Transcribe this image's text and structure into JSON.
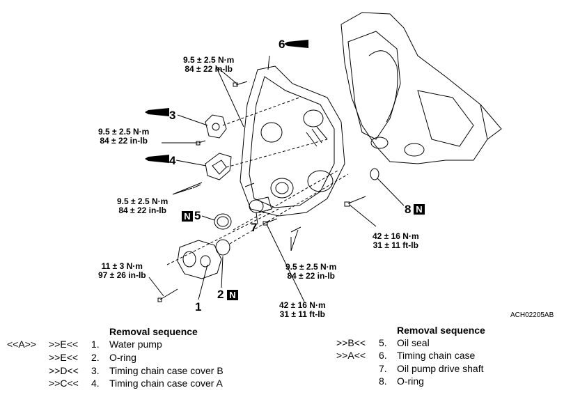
{
  "diagram": {
    "figure_code": "ACH02205AB",
    "torques": [
      {
        "nm": "9.5 ± 2.5 N·m",
        "alt": "84 ± 22 in-lb"
      },
      {
        "nm": "9.5 ± 2.5 N·m",
        "alt": "84 ± 22 in-lb"
      },
      {
        "nm": "9.5 ± 2.5 N·m",
        "alt": "84 ± 22 in-lb"
      },
      {
        "nm": "11 ± 3 N·m",
        "alt": "97 ± 26 in-lb"
      },
      {
        "nm": "42 ± 16 N·m",
        "alt": "31 ± 11 ft-lb"
      },
      {
        "nm": "42 ± 16 N·m",
        "alt": "31 ± 11 ft-lb"
      },
      {
        "nm": "9.5 ± 2.5 N·m",
        "alt": "84 ± 22 in-lb"
      }
    ],
    "callouts": [
      "1",
      "2",
      "3",
      "4",
      "5",
      "6",
      "7",
      "8"
    ],
    "new_part_mark": "N"
  },
  "left_sequence": {
    "title": "Removal sequence",
    "items": [
      {
        "a": "<<A>>",
        "b": ">>E<<",
        "num": "1.",
        "name": "Water pump"
      },
      {
        "a": "",
        "b": ">>E<<",
        "num": "2.",
        "name": "O-ring"
      },
      {
        "a": "",
        "b": ">>D<<",
        "num": "3.",
        "name": "Timing chain case cover B"
      },
      {
        "a": "",
        "b": ">>C<<",
        "num": "4.",
        "name": "Timing chain case cover A"
      }
    ]
  },
  "right_sequence": {
    "title": "Removal sequence",
    "items": [
      {
        "b": ">>B<<",
        "num": "5.",
        "name": "Oil seal"
      },
      {
        "b": ">>A<<",
        "num": "6.",
        "name": "Timing chain case"
      },
      {
        "b": "",
        "num": "7.",
        "name": "Oil pump drive shaft"
      },
      {
        "b": "",
        "num": "8.",
        "name": "O-ring"
      }
    ]
  }
}
